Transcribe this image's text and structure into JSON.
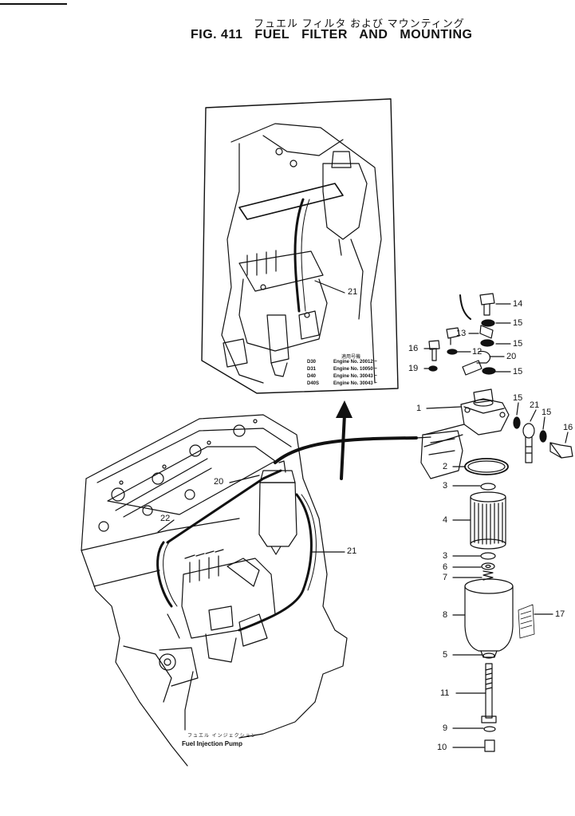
{
  "header": {
    "title_jp": "フュエル フィルタ および マウンティング",
    "fig_label": "FIG. 411",
    "title_words": [
      "FUEL",
      "FILTER",
      "AND",
      "MOUNTING"
    ]
  },
  "inset": {
    "header_jp": "適用号機",
    "serials": [
      {
        "model": "D30",
        "engine": "Engine No. 20012 ~"
      },
      {
        "model": "D31",
        "engine": "Engine No. 10050 ~"
      },
      {
        "model": "D40",
        "engine": "Engine No. 30043 ~"
      },
      {
        "model": "D40S",
        "engine": "Engine No. 30043 ~"
      }
    ]
  },
  "callouts": {
    "inset_21": "21",
    "left_20": "20",
    "left_22": "22",
    "left_21": "21",
    "p14": "14",
    "p15a": "15",
    "p13": "13",
    "p15b": "15",
    "p16a": "16",
    "p12": "12",
    "p20": "20",
    "p19": "19",
    "p15c": "15",
    "p1": "1",
    "p15d": "15",
    "p21": "21",
    "p15e": "15",
    "p16b": "16",
    "p2": "2",
    "p3a": "3",
    "p4": "4",
    "p3b": "3",
    "p6": "6",
    "p7": "7",
    "p8": "8",
    "p17": "17",
    "p5": "5",
    "p11": "11",
    "p9": "9",
    "p10": "10"
  },
  "pump_caption": {
    "jp": "フュエル インジェクション",
    "en": "Fuel Injection Pump"
  },
  "colors": {
    "ink": "#111111",
    "paper": "#ffffff"
  }
}
